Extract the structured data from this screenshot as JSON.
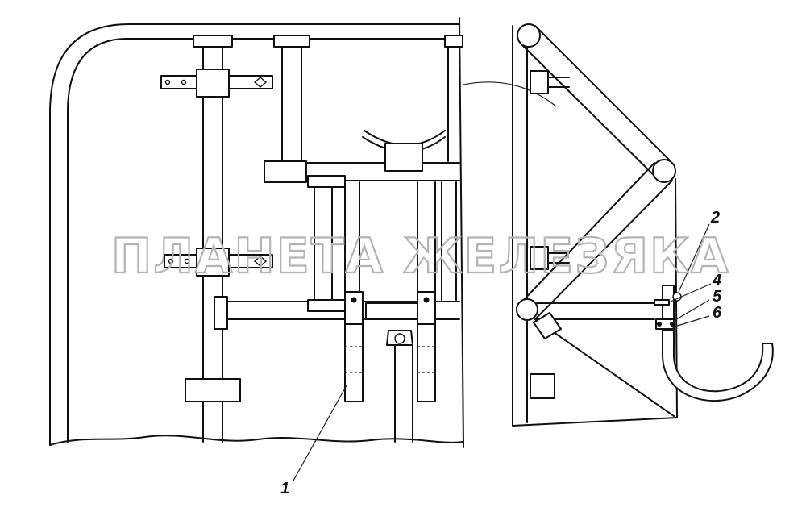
{
  "watermark": {
    "text": "ПЛАНЕТА ЖЕЛЕЗЯКА"
  },
  "callouts": [
    {
      "id": "1",
      "label": "1"
    },
    {
      "id": "2",
      "label": "2"
    },
    {
      "id": "4",
      "label": "4"
    },
    {
      "id": "5",
      "label": "5"
    },
    {
      "id": "6",
      "label": "6"
    }
  ],
  "colors": {
    "line": "#111111",
    "watermark": "#b4b4b4",
    "background": "#ffffff"
  }
}
